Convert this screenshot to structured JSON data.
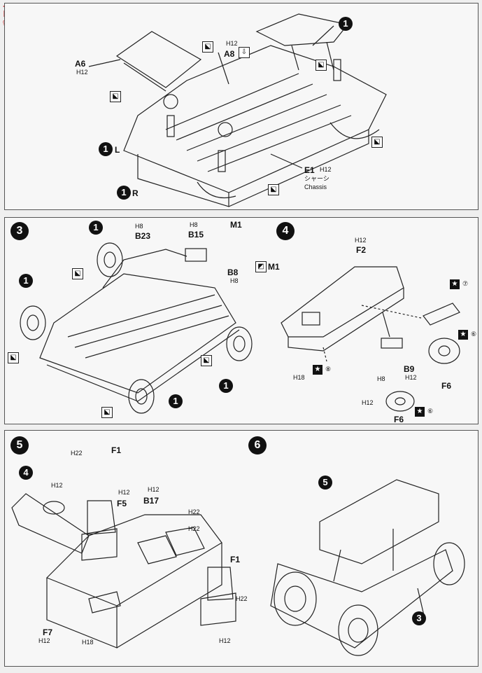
{
  "watermark": {
    "line1": "高手网",
    "line2": "gao.shou.com"
  },
  "step1": {
    "marker": "1",
    "part_a6": "A6",
    "part_a8": "A8",
    "part_e1": "E1",
    "h12": "H12",
    "chassis_jp": "シャーシ",
    "chassis_en": "Chassis",
    "left": "L",
    "right": "R"
  },
  "step3": {
    "number": "3",
    "b23": "B23",
    "b15": "B15",
    "b8": "B8",
    "m1": "M1",
    "h8": "H8",
    "marker": "1"
  },
  "step4": {
    "number": "4",
    "f2": "F2",
    "b9": "B9",
    "f6": "F6",
    "h12": "H12",
    "h18": "H18",
    "h8": "H8",
    "c7": "⑦",
    "c6": "⑥",
    "c8": "⑧"
  },
  "step5": {
    "number": "5",
    "f1": "F1",
    "f5": "F5",
    "b17": "B17",
    "f7": "F7",
    "h22": "H22",
    "h12": "H12",
    "h18": "H18",
    "ref": "4"
  },
  "step6": {
    "number": "6",
    "ref5": "5",
    "ref3": "3"
  },
  "colors": {
    "ink": "#111111",
    "paper": "#f7f7f7"
  }
}
